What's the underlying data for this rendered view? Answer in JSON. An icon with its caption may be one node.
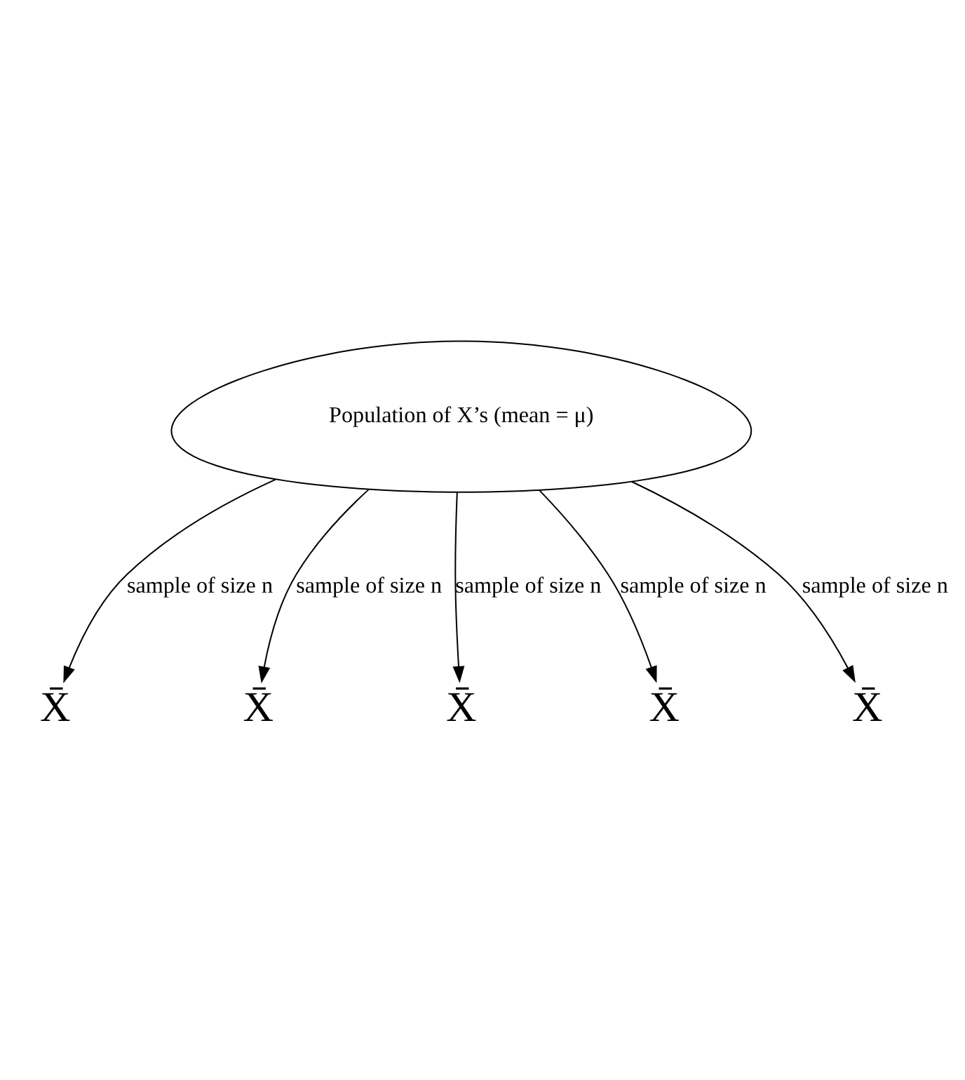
{
  "diagram": {
    "nodes": [
      {
        "text": [
          "Population of X’s (mean = μ)"
        ]
      },
      {
        "text": [
          "X̄"
        ]
      },
      {
        "text": [
          "X̄"
        ]
      },
      {
        "text": [
          "X̄"
        ]
      },
      {
        "text": [
          "X̄"
        ]
      },
      {
        "text": [
          "X̄"
        ]
      }
    ],
    "edges": [
      {
        "from": 0,
        "to": 1,
        "arrow": "to",
        "label": "sample of size n"
      },
      {
        "from": 0,
        "to": 2,
        "arrow": "to",
        "label": "sample of size n"
      },
      {
        "from": 0,
        "to": 3,
        "arrow": "to",
        "label": "sample of size n"
      },
      {
        "from": 0,
        "to": 4,
        "arrow": "to",
        "label": "sample of size n"
      },
      {
        "from": 0,
        "to": 5,
        "arrow": "to",
        "label": "sample of size n"
      }
    ]
  }
}
